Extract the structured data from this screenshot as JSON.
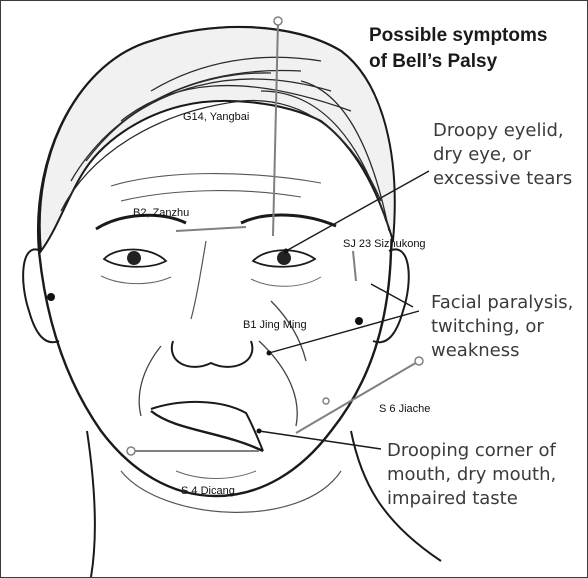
{
  "title": {
    "line1": "Possible symptoms",
    "line2": "of Bell’s Palsy"
  },
  "symptoms": {
    "eye": [
      "Droopy eyelid,",
      "dry eye, or",
      "excessive tears"
    ],
    "face": [
      "Facial paralysis,",
      "twitching, or",
      "weakness"
    ],
    "mouth": [
      "Drooping corner of",
      "mouth, dry mouth,",
      "impaired taste"
    ]
  },
  "points": {
    "g14": "G14, Yangbai",
    "b2": "B2, Zanzhu",
    "sj23": "SJ 23 Sizhukong",
    "b1": "B1 Jing Ming",
    "s6": "S 6 Jiache",
    "s4": "S 4 Dicang"
  },
  "colors": {
    "outline": "#1a1a1a",
    "needle": "#808080",
    "text": "#3b3b3b"
  }
}
